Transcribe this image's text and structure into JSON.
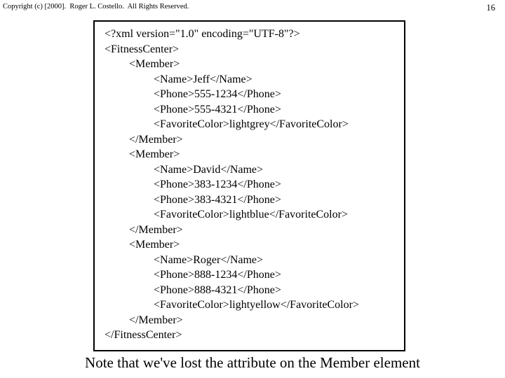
{
  "header": {
    "copyright": "Copyright (c) [2000].  Roger L. Costello.  All Rights Reserved.",
    "page_number": "16"
  },
  "code_box": {
    "lines": [
      {
        "indent": 0,
        "text": "<?xml version=\"1.0\" encoding=\"UTF-8\"?>"
      },
      {
        "indent": 0,
        "text": "<FitnessCenter>"
      },
      {
        "indent": 1,
        "text": "<Member>"
      },
      {
        "indent": 2,
        "text": "<Name>Jeff</Name>"
      },
      {
        "indent": 2,
        "text": "<Phone>555-1234</Phone>"
      },
      {
        "indent": 2,
        "text": "<Phone>555-4321</Phone>"
      },
      {
        "indent": 2,
        "text": "<FavoriteColor>lightgrey</FavoriteColor>"
      },
      {
        "indent": 1,
        "text": "</Member>"
      },
      {
        "indent": 1,
        "text": "<Member>"
      },
      {
        "indent": 2,
        "text": "<Name>David</Name>"
      },
      {
        "indent": 2,
        "text": "<Phone>383-1234</Phone>"
      },
      {
        "indent": 2,
        "text": "<Phone>383-4321</Phone>"
      },
      {
        "indent": 2,
        "text": "<FavoriteColor>lightblue</FavoriteColor>"
      },
      {
        "indent": 1,
        "text": "</Member>"
      },
      {
        "indent": 1,
        "text": "<Member>"
      },
      {
        "indent": 2,
        "text": "<Name>Roger</Name>"
      },
      {
        "indent": 2,
        "text": "<Phone>888-1234</Phone>"
      },
      {
        "indent": 2,
        "text": "<Phone>888-4321</Phone>"
      },
      {
        "indent": 2,
        "text": "<FavoriteColor>lightyellow</FavoriteColor>"
      },
      {
        "indent": 1,
        "text": "</Member>"
      },
      {
        "indent": 0,
        "text": "</FitnessCenter>"
      }
    ]
  },
  "caption": "Note that we've lost the attribute on the Member element"
}
